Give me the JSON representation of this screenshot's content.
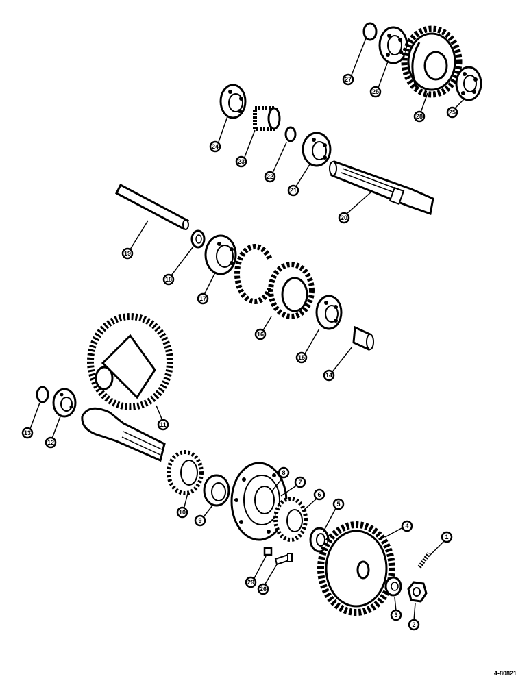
{
  "diagram": {
    "callouts": [
      "1",
      "2",
      "3",
      "4",
      "5",
      "6",
      "7",
      "8",
      "9",
      "10",
      "11",
      "12",
      "13",
      "14",
      "15",
      "16",
      "17",
      "18",
      "19",
      "20",
      "21",
      "22",
      "23",
      "24",
      "25",
      "25",
      "26",
      "27",
      "28",
      "29"
    ],
    "reference_code": "4-80821",
    "parts": [
      "ring-spacer",
      "ball-bearing",
      "spur-gear",
      "ball-bearing",
      "spacer-ring",
      "ball-bearing",
      "small-gear",
      "snap-ring",
      "ball-bearing",
      "splined-shaft",
      "pin",
      "washer",
      "ball-bearing",
      "double-cluster-gear",
      "ball-bearing",
      "bushing",
      "bevel-ring-gear",
      "washer",
      "ball-bearing",
      "pinion-shaft",
      "tapered-roller-bearing",
      "cup",
      "differential-carrier",
      "tapered-roller-bearing",
      "spacer",
      "large-spur-gear",
      "spring-pin",
      "washer",
      "nut",
      "cap-screw",
      "lock-washer"
    ]
  }
}
